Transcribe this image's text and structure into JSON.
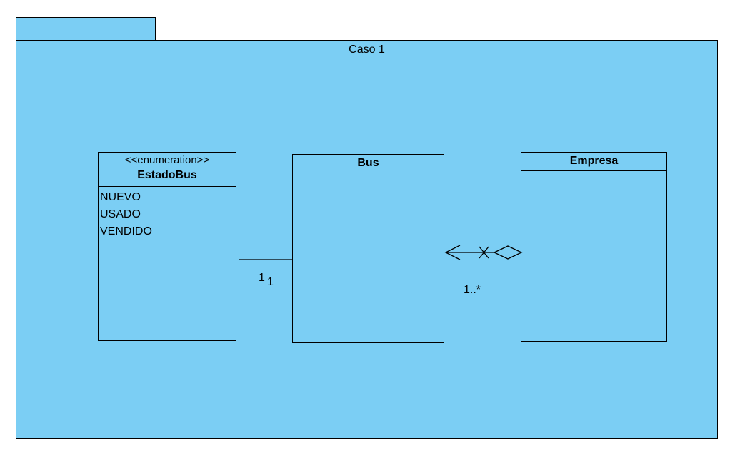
{
  "package": {
    "name": "Caso 1"
  },
  "classes": {
    "estado_bus": {
      "stereotype": "<<enumeration>>",
      "name": "EstadoBus",
      "literals": [
        "NUEVO",
        "USADO",
        "VENDIDO"
      ]
    },
    "bus": {
      "name": "Bus"
    },
    "empresa": {
      "name": "Empresa"
    }
  },
  "associations": {
    "estadobus_bus": {
      "source_multiplicity": "1",
      "target_multiplicity": "1"
    },
    "empresa_bus": {
      "kind": "aggregation",
      "navigable_to": "Bus",
      "bus_multiplicity": "1..*"
    }
  },
  "colors": {
    "fill": "#7bcef4",
    "stroke": "#000000"
  }
}
